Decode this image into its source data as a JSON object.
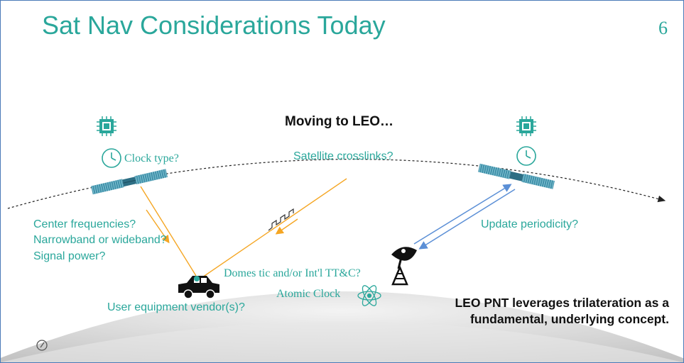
{
  "slide": {
    "title": "Sat Nav Considerations Today",
    "page_number": "6",
    "heading": "Moving to LEO…",
    "labels": {
      "clock_type": "Clock type?",
      "satellite_crosslinks": "Satellite crosslinks?",
      "center_frequencies": "Center frequencies?",
      "narrowband_or_wideband": "Narrowband or wideband?",
      "signal_power": "Signal power?",
      "update_periodicity": "Update periodicity?",
      "domestic_ttc": "Domes tic and/or Int'l TT&C?",
      "atomic_clock": "Atomic Clock",
      "user_equipment_vendor": "User equipment vendor(s)?"
    },
    "claim": {
      "line1": "LEO PNT leverages trilateration as a",
      "line2": "fundamental, underlying concept."
    }
  },
  "colors": {
    "teal": "#2aa79b",
    "orange": "#f5a623",
    "blue": "#5b8fd6",
    "earth_gray": "#d2d2d2",
    "text_dark": "#111111",
    "border": "#4a7ab8"
  },
  "icons": [
    "chip-icon",
    "clock-icon",
    "satellite-icon",
    "signal-wave-icon",
    "dish-antenna-icon",
    "car-icon",
    "atom-icon",
    "footer-logo-icon"
  ]
}
